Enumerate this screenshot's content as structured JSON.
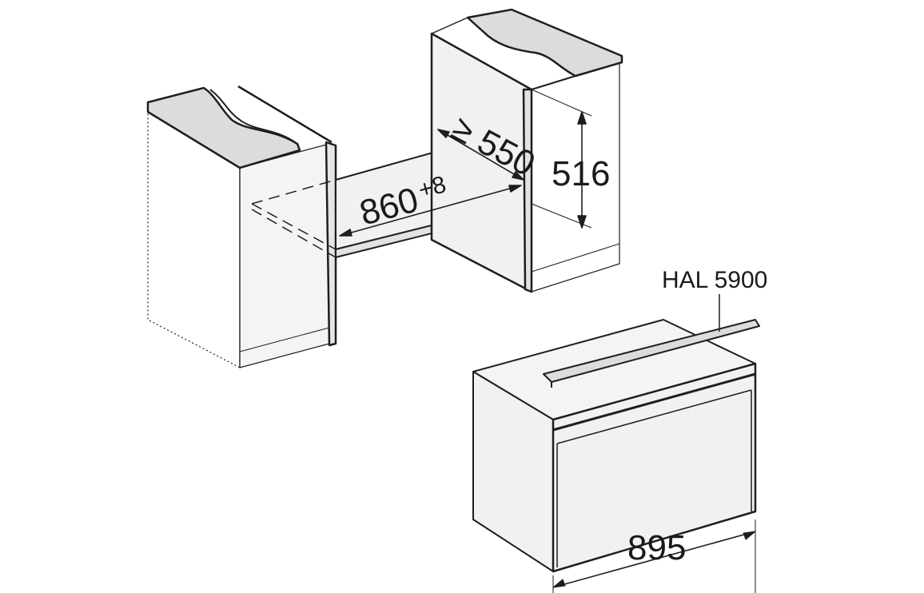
{
  "diagram": {
    "depth_label": "≥ 550",
    "height_label": "516",
    "width_label_main": "860",
    "width_label_tolerance": "+8",
    "accessory_label": "HAL 5900",
    "appliance_width_label": "895"
  },
  "colors": {
    "line": "#1e1e1e",
    "fill": "#f1f1f1",
    "countertop": "#dcdcdc"
  }
}
